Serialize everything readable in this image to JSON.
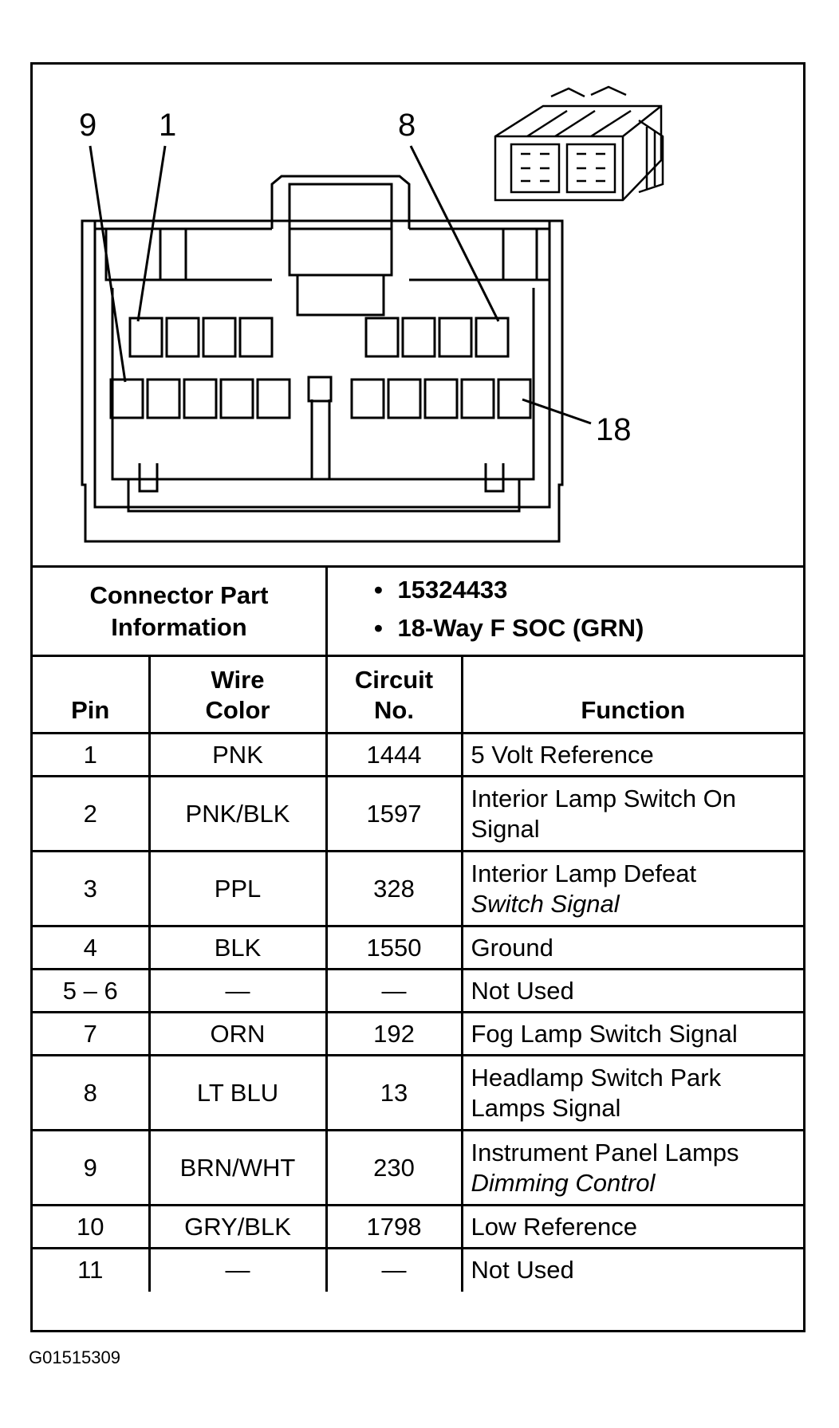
{
  "diagram": {
    "callouts": {
      "pin9": "9",
      "pin1": "1",
      "pin8": "8",
      "pin18": "18"
    },
    "connector_icon": "connector-perspective-icon",
    "line_color": "#000000",
    "background": "#ffffff"
  },
  "connector_info": {
    "label_line1": "Connector Part",
    "label_line2": "Information",
    "part_number": "15324433",
    "description": "18-Way F SOC (GRN)",
    "bullet": "•"
  },
  "table": {
    "headers": {
      "pin": "Pin",
      "wire_color_line1": "Wire",
      "wire_color_line2": "Color",
      "circuit_line1": "Circuit",
      "circuit_line2": "No.",
      "function": "Function"
    },
    "rows": [
      {
        "pin": "1",
        "wire": "PNK",
        "circuit": "1444",
        "function_line1": "5 Volt Reference",
        "function_line2": ""
      },
      {
        "pin": "2",
        "wire": "PNK/BLK",
        "circuit": "1597",
        "function_line1": "Interior Lamp Switch On",
        "function_line2": "Signal"
      },
      {
        "pin": "3",
        "wire": "PPL",
        "circuit": "328",
        "function_line1": "Interior Lamp Defeat",
        "function_line2": "Switch Signal"
      },
      {
        "pin": "4",
        "wire": "BLK",
        "circuit": "1550",
        "function_line1": "Ground",
        "function_line2": ""
      },
      {
        "pin": "5 – 6",
        "wire": "—",
        "circuit": "—",
        "function_line1": "Not Used",
        "function_line2": ""
      },
      {
        "pin": "7",
        "wire": "ORN",
        "circuit": "192",
        "function_line1": "Fog Lamp Switch Signal",
        "function_line2": ""
      },
      {
        "pin": "8",
        "wire": "LT BLU",
        "circuit": "13",
        "function_line1": "Headlamp Switch Park",
        "function_line2": "Lamps Signal"
      },
      {
        "pin": "9",
        "wire": "BRN/WHT",
        "circuit": "230",
        "function_line1": "Instrument Panel Lamps",
        "function_line2": "Dimming Control"
      },
      {
        "pin": "10",
        "wire": "GRY/BLK",
        "circuit": "1798",
        "function_line1": "Low Reference",
        "function_line2": ""
      },
      {
        "pin": "11",
        "wire": "—",
        "circuit": "—",
        "function_line1": "Not Used",
        "function_line2": ""
      }
    ]
  },
  "figure_code": "G01515309"
}
